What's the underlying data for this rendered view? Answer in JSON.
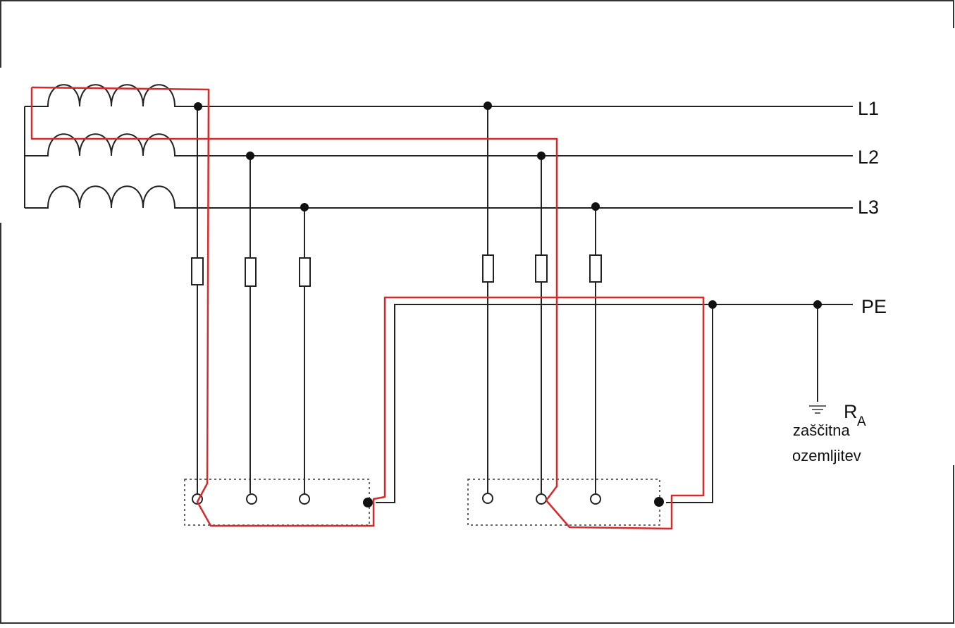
{
  "diagram": {
    "lines": {
      "l1": "L1",
      "l2": "L2",
      "l3": "L3",
      "pe": "PE"
    },
    "earth": {
      "symbol_main": "R",
      "symbol_sub": "A",
      "note_line1": "zaščitna",
      "note_line2": "ozemljitev"
    },
    "colors": {
      "wire": "#222222",
      "fault_path": "#d42a2a",
      "frame": "#333333"
    }
  }
}
